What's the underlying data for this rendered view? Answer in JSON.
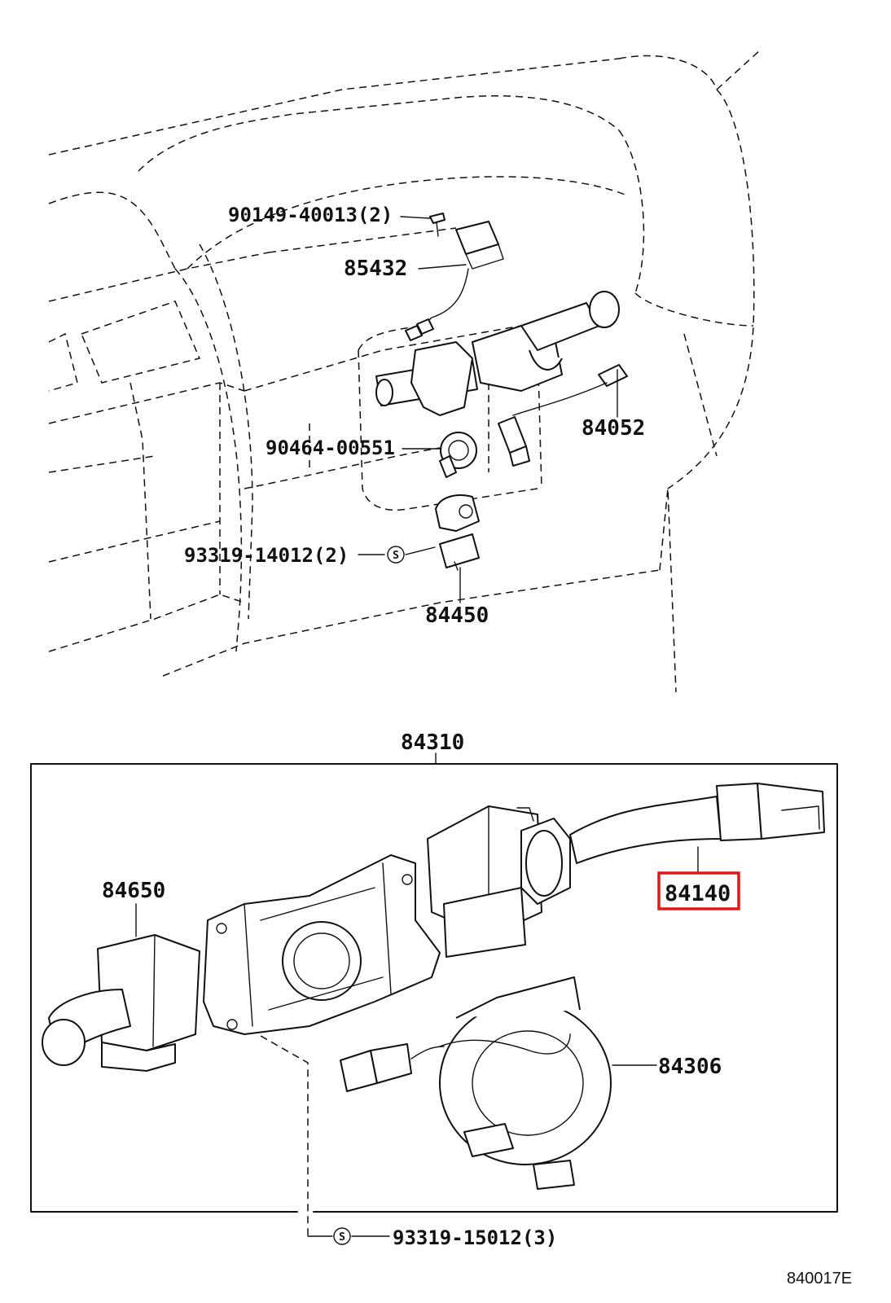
{
  "labels": {
    "screw_90149": "90149-40013(2)",
    "part_85432": "85432",
    "part_84052": "84052",
    "clamp_90464": "90464-00551",
    "screw_93319_14012": "93319-14012(2)",
    "part_84450": "84450",
    "assembly_84310": "84310",
    "part_84140": "84140",
    "part_84650": "84650",
    "part_84306": "84306",
    "screw_93319_15012": "93319-15012(3)",
    "figure_code": "840017E"
  },
  "symbols": {
    "screw_marker_glyph": "S"
  },
  "highlight_color": "#e01818"
}
